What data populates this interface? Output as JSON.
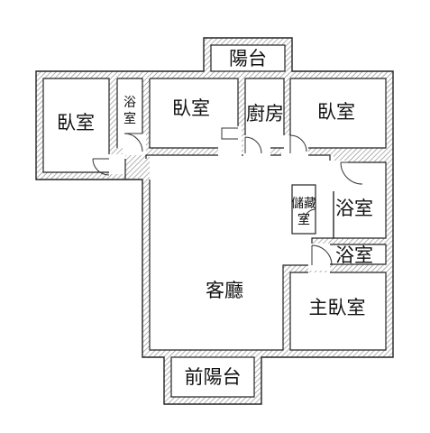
{
  "floorplan": {
    "colors": {
      "wall": "#222222",
      "hatch": "#8a8a8a",
      "background": "#ffffff"
    },
    "rooms": {
      "balcony": "陽台",
      "bedroom_left": "臥室",
      "bath_small_top": "浴",
      "bath_small_bottom": "室",
      "bedroom_middle": "臥室",
      "kitchen": "廚房",
      "bedroom_right": "臥室",
      "storage_top": "儲藏",
      "storage_bottom": "室",
      "bath_right": "浴室",
      "bath_master": "浴室",
      "living": "客廳",
      "master_bedroom": "主臥室",
      "front_balcony": "前陽台"
    }
  }
}
